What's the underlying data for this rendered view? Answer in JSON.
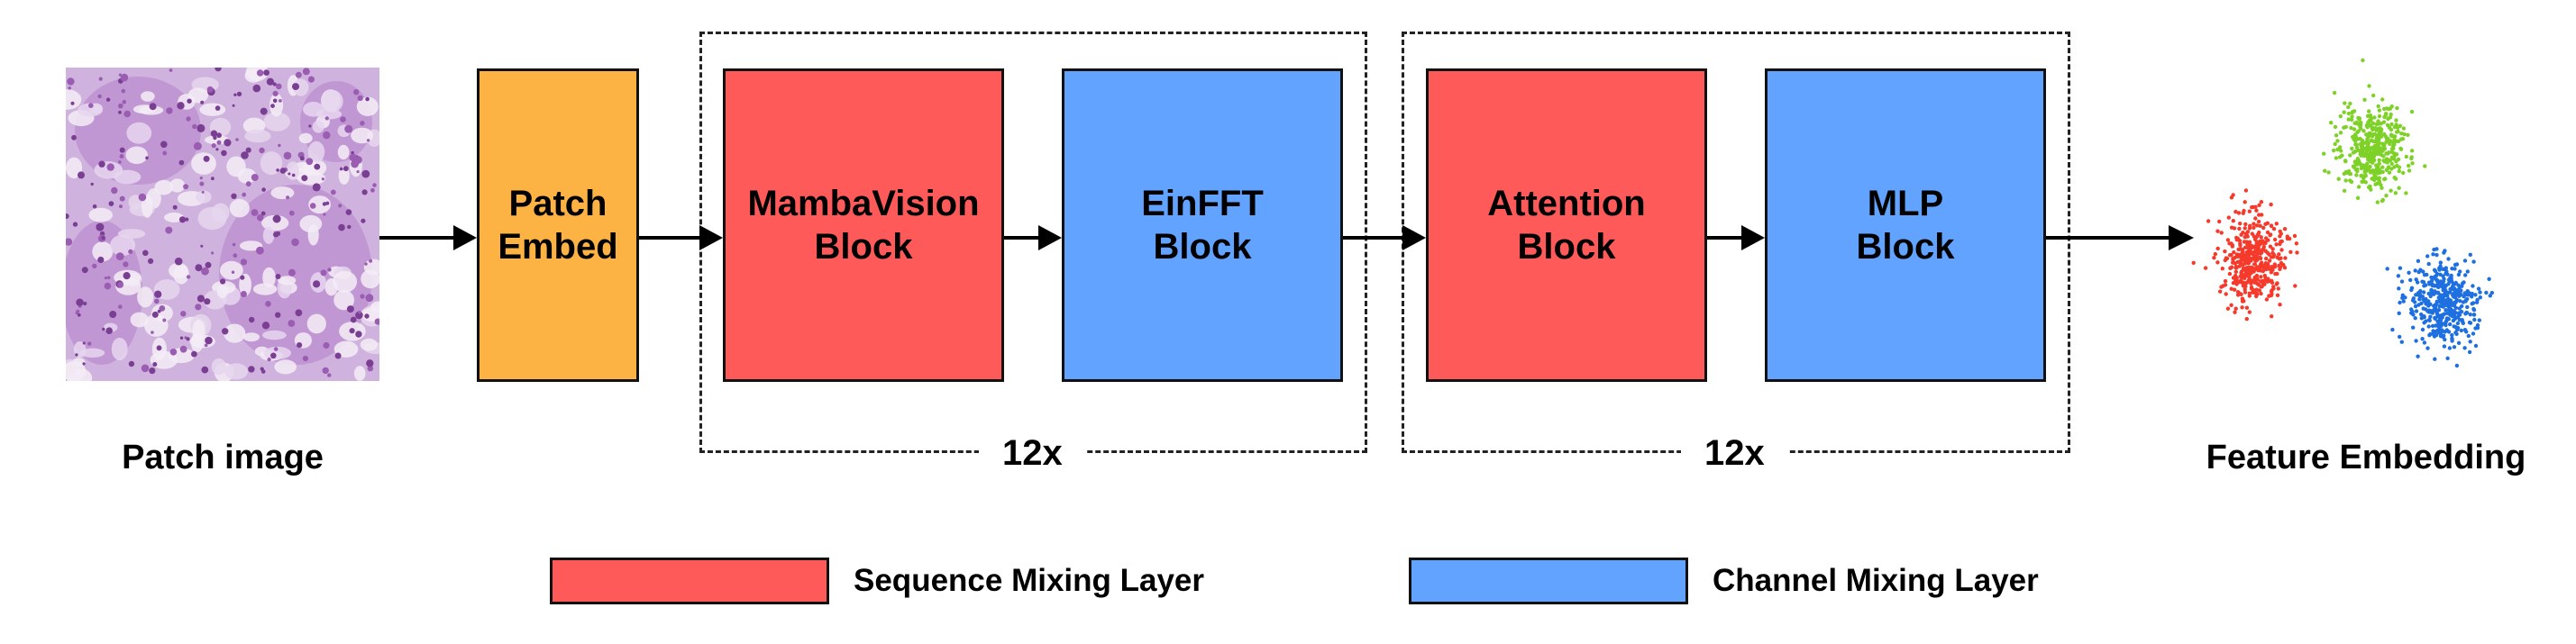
{
  "colors": {
    "patch_embed": "#FDB244",
    "sequence": "#FF5A5A",
    "channel": "#62A3FF",
    "cluster_green": "#7DD127",
    "cluster_red": "#F53A2C",
    "cluster_blue": "#1E6FE0",
    "tissue": "#C7A3D6"
  },
  "input": {
    "caption": "Patch image"
  },
  "output": {
    "caption": "Feature Embedding"
  },
  "blocks": {
    "patch_embed": "Patch\nEmbed",
    "mambavision": "MambaVision\nBlock",
    "einfft": "EinFFT\nBlock",
    "attention": "Attention\nBlock",
    "mlp": "MLP\nBlock"
  },
  "groups": [
    {
      "repeat": "12x"
    },
    {
      "repeat": "12x"
    }
  ],
  "legend": {
    "sequence": "Sequence Mixing Layer",
    "channel": "Channel Mixing Layer"
  },
  "icons": {
    "input_image": "histology-tissue-image",
    "output_image": "point-cluster-scatter"
  }
}
